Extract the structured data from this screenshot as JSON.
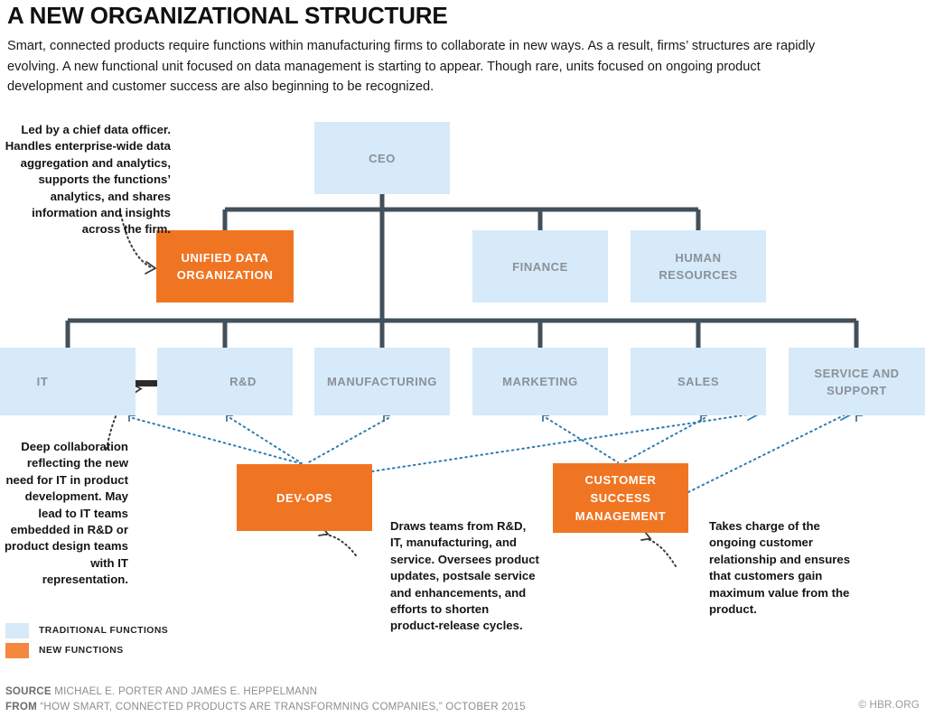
{
  "header": {
    "title": "A NEW ORGANIZATIONAL STRUCTURE",
    "intro": "Smart, connected products require functions within manufacturing firms to collaborate in new ways. As a result, firms’ structures are rapidly evolving. A new functional unit focused on data management is starting to appear. Though rare, units focused on ongoing product development and customer success are also beginning to be recognized."
  },
  "colors": {
    "traditional": "#d6eaf9",
    "new": "#f07522",
    "connector": "#41505a",
    "dotted": "#2c7cb0",
    "traditional_text": "#8a9199"
  },
  "chart_data": {
    "type": "diagram",
    "title": "A NEW ORGANIZATIONAL STRUCTURE",
    "nodes": [
      {
        "id": "ceo",
        "label": "CEO",
        "type": "traditional",
        "tier": 1
      },
      {
        "id": "udo",
        "label": "UNIFIED DATA ORGANIZATION",
        "type": "new",
        "tier": 2
      },
      {
        "id": "finance",
        "label": "FINANCE",
        "type": "traditional",
        "tier": 2
      },
      {
        "id": "hr",
        "label": "HUMAN RESOURCES",
        "type": "traditional",
        "tier": 2
      },
      {
        "id": "it",
        "label": "IT",
        "type": "traditional",
        "tier": 3
      },
      {
        "id": "rnd",
        "label": "R&D",
        "type": "traditional",
        "tier": 3
      },
      {
        "id": "mfg",
        "label": "MANUFACTURING",
        "type": "traditional",
        "tier": 3
      },
      {
        "id": "marketing",
        "label": "MARKETING",
        "type": "traditional",
        "tier": 3
      },
      {
        "id": "sales",
        "label": "SALES",
        "type": "traditional",
        "tier": 3
      },
      {
        "id": "service",
        "label": "SERVICE AND SUPPORT",
        "type": "traditional",
        "tier": 3
      },
      {
        "id": "devops",
        "label": "DEV-OPS",
        "type": "new",
        "tier": 4
      },
      {
        "id": "csm",
        "label": "CUSTOMER SUCCESS MANAGEMENT",
        "type": "new",
        "tier": 4
      }
    ],
    "edges": [
      {
        "from": "ceo",
        "to": "udo",
        "style": "solid"
      },
      {
        "from": "ceo",
        "to": "finance",
        "style": "solid"
      },
      {
        "from": "ceo",
        "to": "hr",
        "style": "solid"
      },
      {
        "from": "ceo",
        "to": "it",
        "style": "solid"
      },
      {
        "from": "ceo",
        "to": "rnd",
        "style": "solid"
      },
      {
        "from": "ceo",
        "to": "mfg",
        "style": "solid"
      },
      {
        "from": "ceo",
        "to": "marketing",
        "style": "solid"
      },
      {
        "from": "ceo",
        "to": "sales",
        "style": "solid"
      },
      {
        "from": "ceo",
        "to": "service",
        "style": "solid"
      },
      {
        "from": "it",
        "to": "rnd",
        "style": "double-arrow"
      },
      {
        "from": "it",
        "to": "devops",
        "style": "dotted"
      },
      {
        "from": "rnd",
        "to": "devops",
        "style": "dotted"
      },
      {
        "from": "mfg",
        "to": "devops",
        "style": "dotted"
      },
      {
        "from": "devops",
        "to": "sales",
        "style": "dotted"
      },
      {
        "from": "marketing",
        "to": "csm",
        "style": "dotted"
      },
      {
        "from": "sales",
        "to": "csm",
        "style": "dotted"
      },
      {
        "from": "csm",
        "to": "service",
        "style": "dotted"
      }
    ],
    "annotations": [
      {
        "id": "udo-note",
        "target": "udo",
        "text": "Led by a chief data officer. Handles enterprise-wide data aggregation and analytics, supports the functions’ analytics, and shares information and insights across the firm."
      },
      {
        "id": "it-note",
        "target": "it",
        "text": "Deep collaboration reflecting the new need for IT in product development. May lead to IT teams embedded in R&D or product design teams with IT representation."
      },
      {
        "id": "devops-note",
        "target": "devops",
        "text": "Draws teams from R&D, IT, manufacturing, and service. Oversees product updates, postsale service and enhancements, and efforts to shorten product-release cycles."
      },
      {
        "id": "csm-note",
        "target": "csm",
        "text": "Takes charge of the ongoing customer relationship and ensures that customers gain maximum value from the product."
      }
    ]
  },
  "legend": {
    "traditional": "TRADITIONAL FUNCTIONS",
    "new": "NEW FUNCTIONS"
  },
  "footer": {
    "source_label": "SOURCE",
    "source_value": "MICHAEL E. PORTER AND JAMES E. HEPPELMANN",
    "from_label": "FROM",
    "from_value": "“HOW SMART, CONNECTED PRODUCTS ARE TRANSFORMNING COMPANIES,” OCTOBER 2015",
    "copyright": "© HBR.ORG"
  }
}
